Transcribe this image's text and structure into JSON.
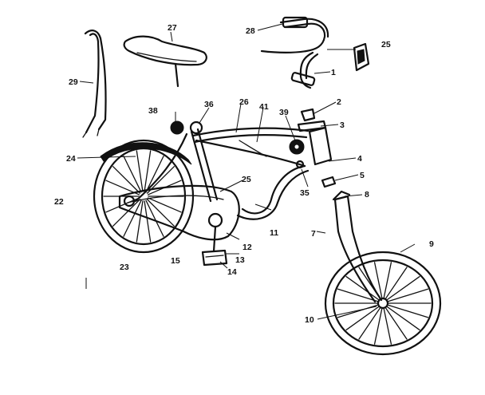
{
  "callouts": {
    "c1": "1",
    "c2": "2",
    "c3": "3",
    "c4": "4",
    "c5": "5",
    "c7": "7",
    "c8": "8",
    "c9": "9",
    "c10": "10",
    "c11": "11",
    "c12": "12",
    "c13": "13",
    "c14": "14",
    "c15": "15",
    "c22": "22",
    "c23": "23",
    "c24": "24",
    "c25_handlebar": "25",
    "c25_chainguard": "25",
    "c26": "26",
    "c27": "27",
    "c28": "28",
    "c29": "29",
    "c35": "35",
    "c36": "36",
    "c38": "38",
    "c39": "39",
    "c41": "41"
  }
}
